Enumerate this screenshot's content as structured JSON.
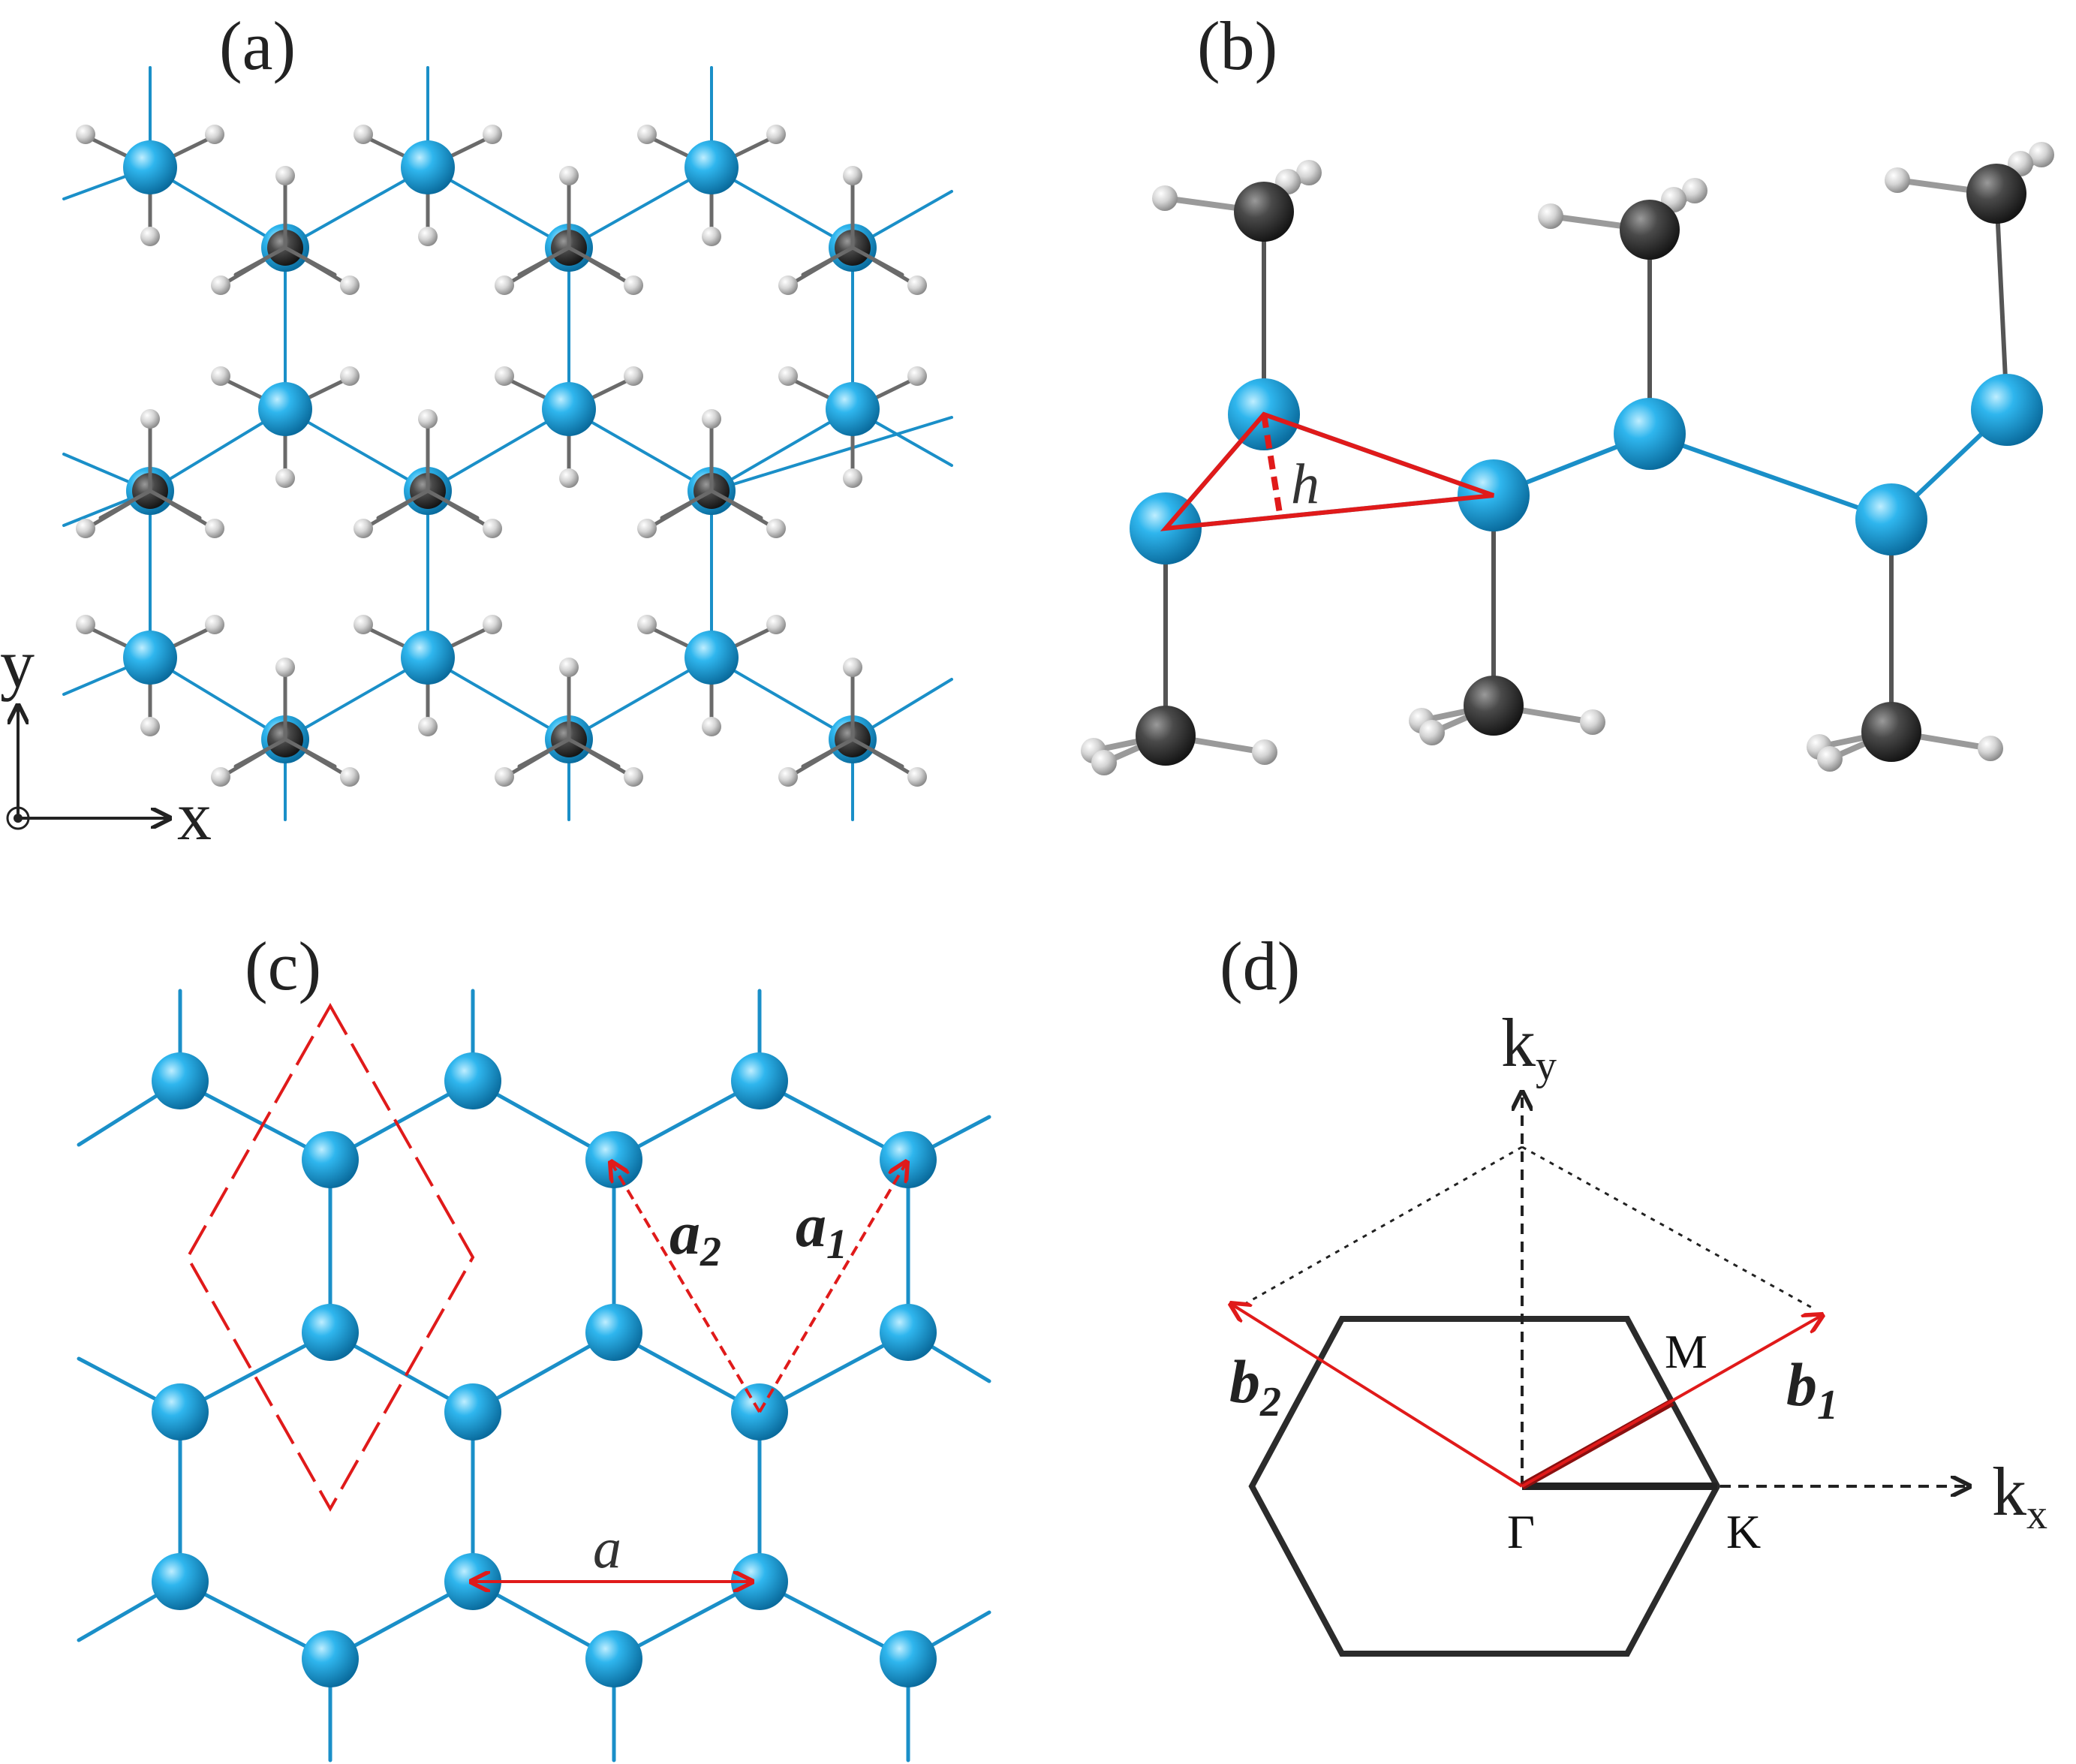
{
  "panels": {
    "a": {
      "label": "(a)",
      "axis_x": "x",
      "axis_y": "y"
    },
    "b": {
      "label": "(b)",
      "height_label": "h"
    },
    "c": {
      "label": "(c)",
      "lattice_constant": "a",
      "vector_a1": "a",
      "vector_a1_sub": "1",
      "vector_a2": "a",
      "vector_a2_sub": "2"
    },
    "d": {
      "label": "(d)",
      "kx_main": "k",
      "kx_sub": "x",
      "ky_main": "k",
      "ky_sub": "y",
      "vector_b1": "b",
      "vector_b1_sub": "1",
      "vector_b2": "b",
      "vector_b2_sub": "2",
      "point_gamma": "Γ",
      "point_k": "K",
      "point_m": "M"
    }
  },
  "colors": {
    "atom": "#1aa3e0",
    "bond": "#1a8fc8",
    "carbon": "#3a3a3a",
    "hydrogen": "#cfcfcf",
    "red": "#e01a1a",
    "black": "#222222"
  }
}
